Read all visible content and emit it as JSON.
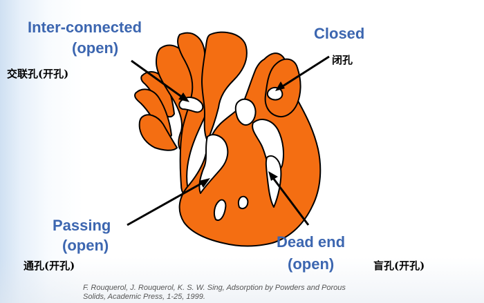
{
  "labels": {
    "interconnected": "Inter-connected",
    "interconnected_open": "(open)",
    "interconnected_cn": "交联孔(开孔)",
    "closed": "Closed",
    "closed_cn": "闭孔",
    "passing": "Passing",
    "passing_open": "(open)",
    "passing_cn": "通孔(开孔)",
    "dead_end": "Dead end",
    "dead_end_open": "(open)",
    "dead_end_cn": "盲孔(开孔)"
  },
  "citation": {
    "line1": "F. Rouquerol, J. Rouquerol, K. S. W. Sing, Adsorption by Powders and Porous",
    "line2": "Solids, Academic Press, 1-25, 1999."
  },
  "colors": {
    "solid": "#f46e12",
    "outline": "#000000",
    "label_blue": "#3c66b0"
  }
}
